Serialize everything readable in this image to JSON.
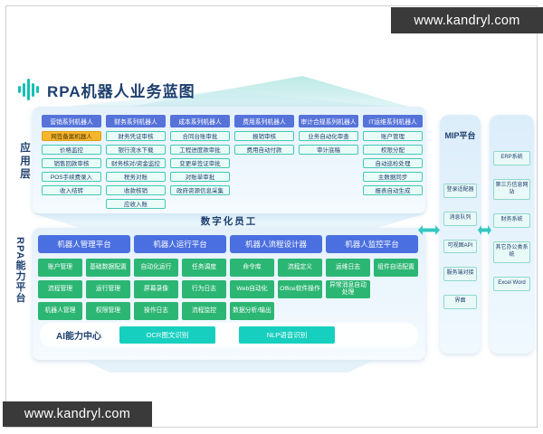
{
  "watermark": {
    "text": "www.kandryl.com"
  },
  "title": {
    "text": "RPA机器人业务蓝图",
    "icon": "signal-bars-icon"
  },
  "app_layer": {
    "label": "应用层",
    "columns": [
      {
        "header": "营销系列机器人",
        "cells": [
          {
            "text": "网签备案机器人",
            "highlight": true
          },
          {
            "text": "价格监控"
          },
          {
            "text": "销售回款审核"
          },
          {
            "text": "POS手续费录入"
          },
          {
            "text": "收入结转"
          }
        ]
      },
      {
        "header": "财务系列机器人",
        "cells": [
          {
            "text": "财务凭证审核"
          },
          {
            "text": "银行流水下载"
          },
          {
            "text": "财务核对/资金监控"
          },
          {
            "text": "税务对账"
          },
          {
            "text": "收款核销"
          },
          {
            "text": "应收入账"
          }
        ]
      },
      {
        "header": "成本系列机器人",
        "cells": [
          {
            "text": "合同台账审批"
          },
          {
            "text": "工程进度款审批"
          },
          {
            "text": "变更单签证审批"
          },
          {
            "text": "对账单审批"
          },
          {
            "text": "政府资源信息采集"
          }
        ]
      },
      {
        "header": "费用系列机器人",
        "cells": [
          {
            "text": "报销审核"
          },
          {
            "text": "费用自动付款"
          }
        ]
      },
      {
        "header": "审计合规系列机器人",
        "cells": [
          {
            "text": "业务自动化审查"
          },
          {
            "text": "审计底稿"
          }
        ]
      },
      {
        "header": "IT运维系列机器人",
        "cells": [
          {
            "text": "账户管理"
          },
          {
            "text": "权限分配"
          },
          {
            "text": "自动巡检处理"
          },
          {
            "text": "主数据同步"
          },
          {
            "text": "报表自动生成"
          }
        ]
      }
    ]
  },
  "digital_worker": {
    "label": "数字化员工"
  },
  "rpa_platform": {
    "label": "RPA能力平台",
    "groups": [
      {
        "header": "机器人管理平台",
        "cells": [
          "账户管理",
          "基础数据配置",
          "流程管理",
          "运行管理",
          "机器人管理",
          "权限管理"
        ]
      },
      {
        "header": "机器人运行平台",
        "cells": [
          "自动化运行",
          "任务调度",
          "屏幕录像",
          "行为日志",
          "操作日志",
          "流程监控"
        ]
      },
      {
        "header": "机器人流程设计器",
        "cells": [
          "命令库",
          "流程定义",
          "Web自动化",
          "Office软件操作",
          "数据分析/输出"
        ]
      },
      {
        "header": "机器人监控平台",
        "cells": [
          "运维日志",
          "组件自适配置",
          "异常消息自动处理"
        ]
      }
    ]
  },
  "ai_center": {
    "label": "AI能力中心",
    "pills": [
      "OCR图文识别",
      "NLP语音识别"
    ]
  },
  "mip": {
    "title": "MIP平台",
    "items": [
      "登录适配器",
      "消息队列",
      "可视图API",
      "服务端对接",
      "界面"
    ]
  },
  "external_systems": {
    "items": [
      "ERP系统",
      "第三方信息网站",
      "财务系统",
      "其它办公类系统",
      "Excel Word"
    ]
  },
  "icons": {
    "title_icon": "signal-bars-icon",
    "connector": "double-arrow-icon"
  },
  "colors": {
    "navy_text": "#1d3f6e",
    "header_blue": "#5673da",
    "group_blue": "#4a6fe0",
    "cell_teal_border": "#43c8b7",
    "cell_fill": "#eafcf8",
    "highlight_orange": "#f5b62e",
    "green_cell": "#2cb673",
    "ai_pill_teal": "#17cfbf",
    "watermark_bg": "#3a3a3a"
  }
}
